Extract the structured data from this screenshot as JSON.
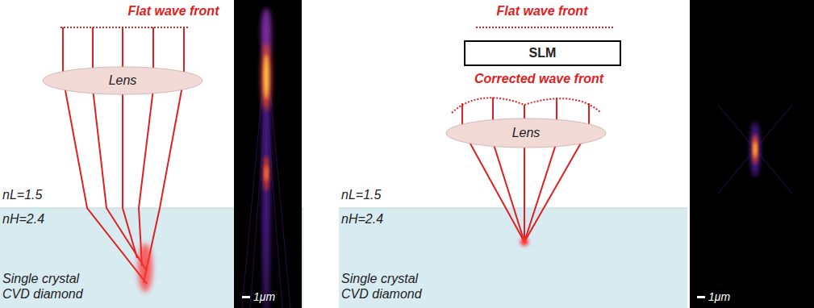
{
  "diagram": {
    "nodes": [
      {
        "text": [
          "Lens"
        ]
      },
      {
        "text": [
          "Single crystal CVD diamond"
        ]
      },
      {
        "text": [
          "SLM"
        ]
      },
      {
        "text": [
          "Lens"
        ]
      },
      {
        "text": [
          "Single crystal CVD diamond"
        ]
      }
    ],
    "labels": [
      "Flat wave front",
      "nL=1.5",
      "nH=2.4",
      "1μm",
      "Flat wave front",
      "Corrected wave front",
      "nL=1.5",
      "nH=2.4",
      "1μm"
    ]
  }
}
